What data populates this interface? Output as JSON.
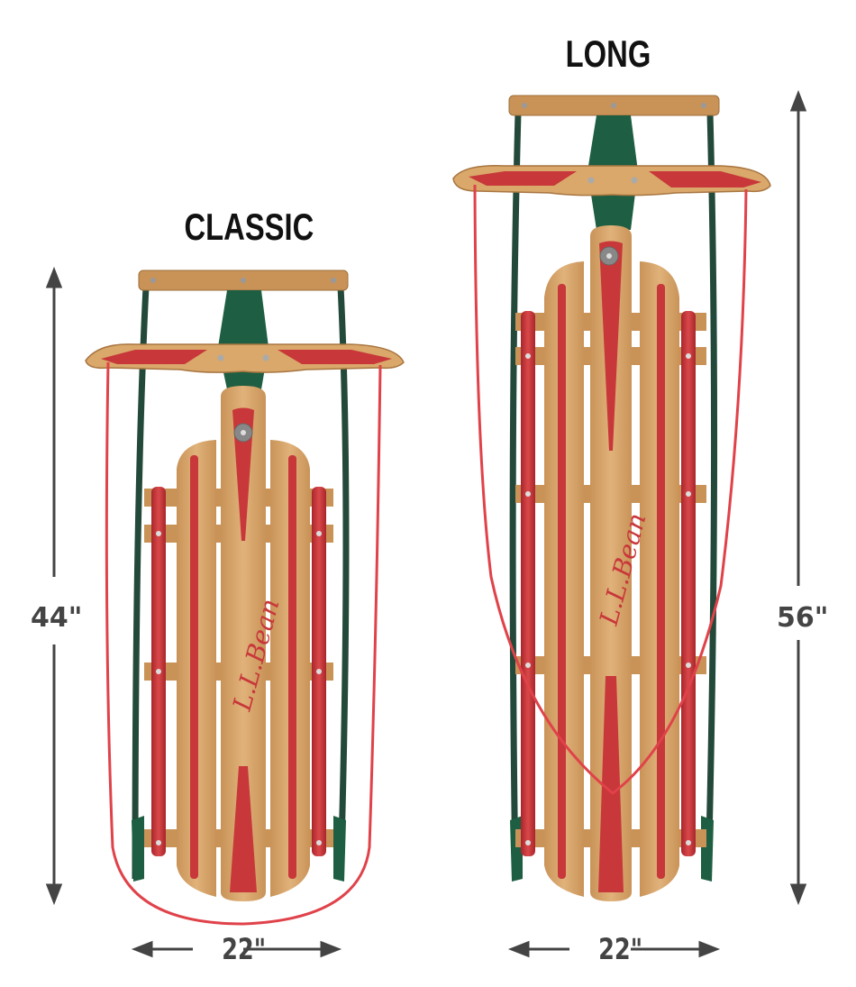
{
  "products": [
    {
      "name": "CLASSIC",
      "height_label": "44\"",
      "width_label": "22\"",
      "logo_text": "L.L.Bean"
    },
    {
      "name": "LONG",
      "height_label": "56\"",
      "width_label": "22\"",
      "logo_text": "L.L.Bean"
    }
  ],
  "colors": {
    "wood": "#D9A86A",
    "wood_dark": "#B8834A",
    "red": "#C8373A",
    "green": "#1E5E42",
    "rail_green": "#23493A",
    "rope": "#E0424A",
    "dimension": "#444444"
  }
}
